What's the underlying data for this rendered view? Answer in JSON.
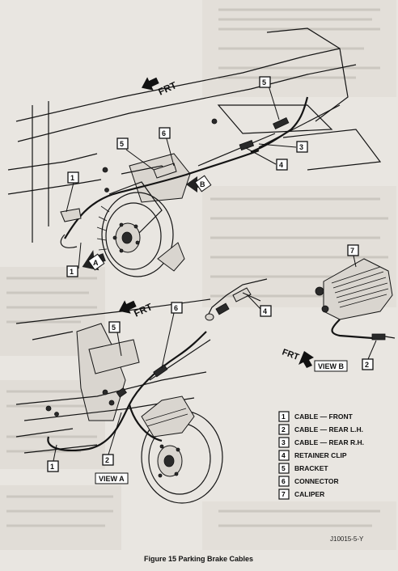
{
  "figure": {
    "caption": "Figure 15  Parking Brake Cables",
    "code": "J10015-5-Y"
  },
  "direction_labels": {
    "top": "FRT",
    "middle": "FRT",
    "right": "FRT"
  },
  "view_labels": {
    "view_a": "VIEW A",
    "view_b": "VIEW B",
    "marker_a": "A",
    "marker_b": "B"
  },
  "legend": [
    {
      "num": "1",
      "label": "CABLE — FRONT"
    },
    {
      "num": "2",
      "label": "CABLE — REAR L.H."
    },
    {
      "num": "3",
      "label": "CABLE — REAR R.H."
    },
    {
      "num": "4",
      "label": "RETAINER CLIP"
    },
    {
      "num": "5",
      "label": "BRACKET"
    },
    {
      "num": "6",
      "label": "CONNECTOR"
    },
    {
      "num": "7",
      "label": "CALIPER"
    }
  ],
  "callouts": {
    "top_5a": "5",
    "top_6": "6",
    "top_5b": "5",
    "top_3": "3",
    "top_4": "4",
    "top_1a": "1",
    "top_1b": "1",
    "mid_7": "7",
    "mid_4": "4",
    "mid_2b": "2",
    "low_5": "5",
    "low_6": "6",
    "low_2": "2",
    "low_1": "1"
  }
}
